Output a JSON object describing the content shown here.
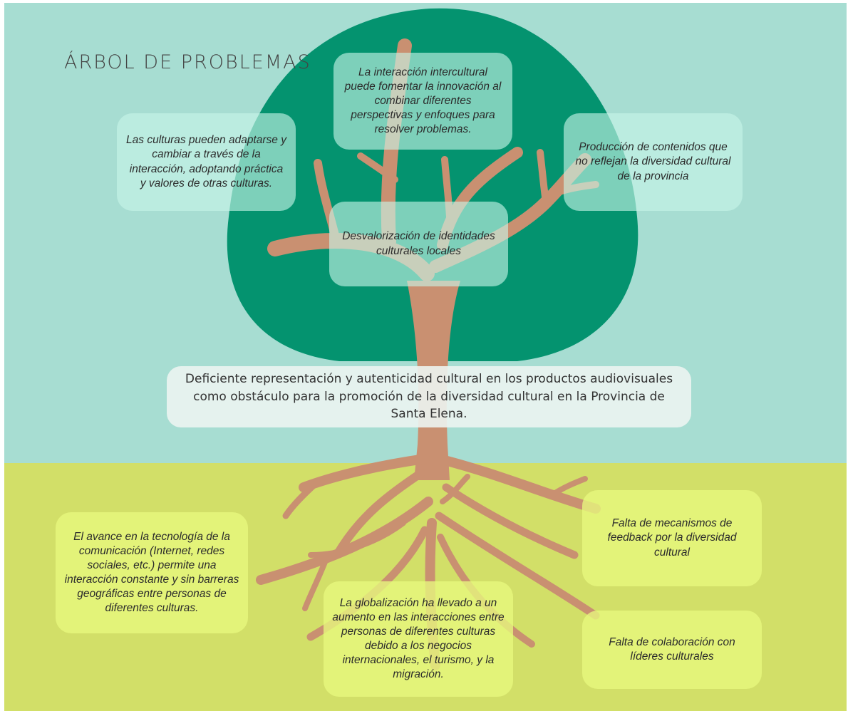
{
  "title": "ÁRBOL DE PROBLEMAS",
  "central_problem": "Deficiente representación y autenticidad cultural en los productos audiovisuales como obstáculo para la promoción de la diversidad cultural en la Provincia de Santa Elena.",
  "effects": {
    "top": "La interacción intercultural puede fomentar la innovación al combinar diferentes perspectivas y enfoques para resolver problemas.",
    "left": "Las culturas pueden adaptarse y cambiar a través de la interacción, adoptando práctica y valores de otras culturas.",
    "right": "Producción de contenidos que no reflejan la diversidad cultural de la provincia",
    "center": "Desvalorización de identidades culturales locales"
  },
  "causes": {
    "left": "El avance en la tecnología de la comunicación (Internet, redes sociales, etc.) permite una interacción constante y sin barreras geográficas entre personas de diferentes culturas.",
    "center": "La globalización ha llevado a un aumento en las interacciones entre personas de diferentes culturas debido a los negocios internacionales, el turismo, y la migración.",
    "right_top": "Falta de mecanismos de feedback por la diversidad cultural",
    "right_bottom": "Falta de colaboración con líderes culturales"
  },
  "colors": {
    "sky": "#a7ddd2",
    "ground": "#d2df68",
    "foliage": "#04936f",
    "trunk": "#c99071"
  }
}
